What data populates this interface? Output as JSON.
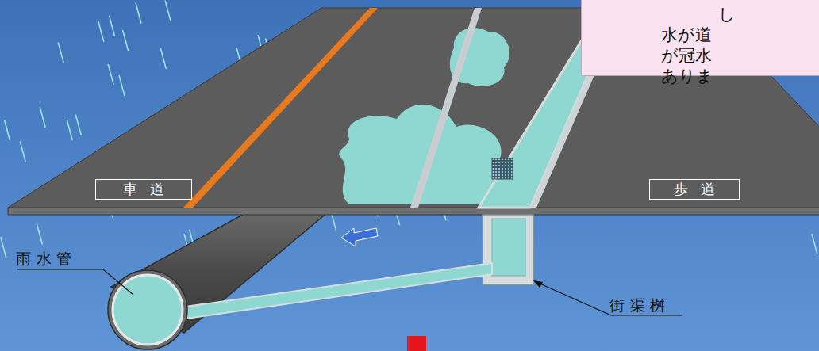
{
  "diagram": {
    "nodes": [
      {
        "text": [
          "し 水が道 が冠水 ありま"
        ]
      },
      {
        "text": [
          "車道"
        ]
      },
      {
        "text": [
          "歩道"
        ]
      }
    ],
    "labels": [
      "雨水管",
      "街渠桝"
    ]
  }
}
